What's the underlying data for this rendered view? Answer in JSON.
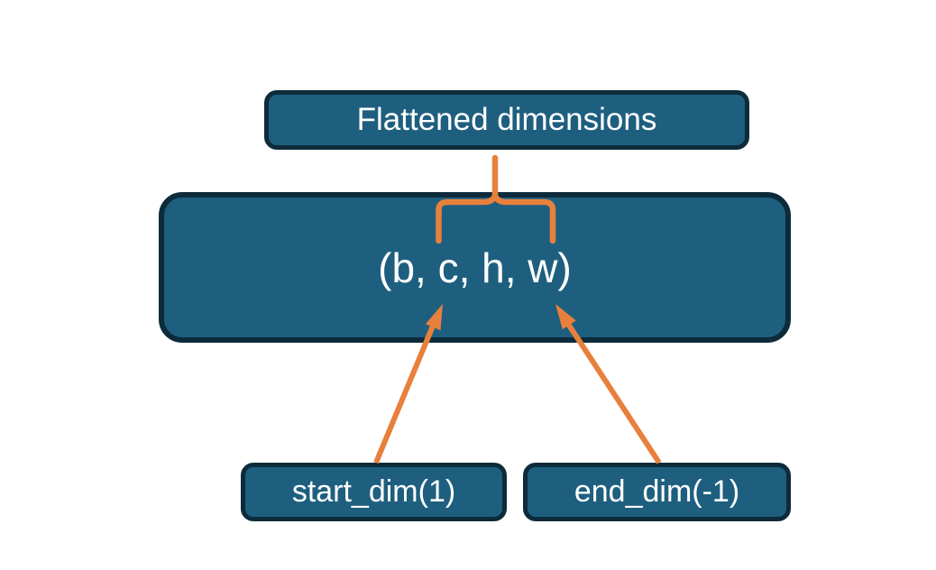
{
  "diagram": {
    "background_color": "#ffffff",
    "colors": {
      "node_fill": "#1e5f7f",
      "node_border": "#0d2b3a",
      "connector_orange": "#e8803c",
      "text": "#ffffff"
    },
    "nodes": {
      "flattened": {
        "label": "Flattened dimensions"
      },
      "tensor": {
        "label": "(b, c, h, w)"
      },
      "start_dim": {
        "label": "start_dim(1)"
      },
      "end_dim": {
        "label": "end_dim(-1)"
      }
    }
  }
}
